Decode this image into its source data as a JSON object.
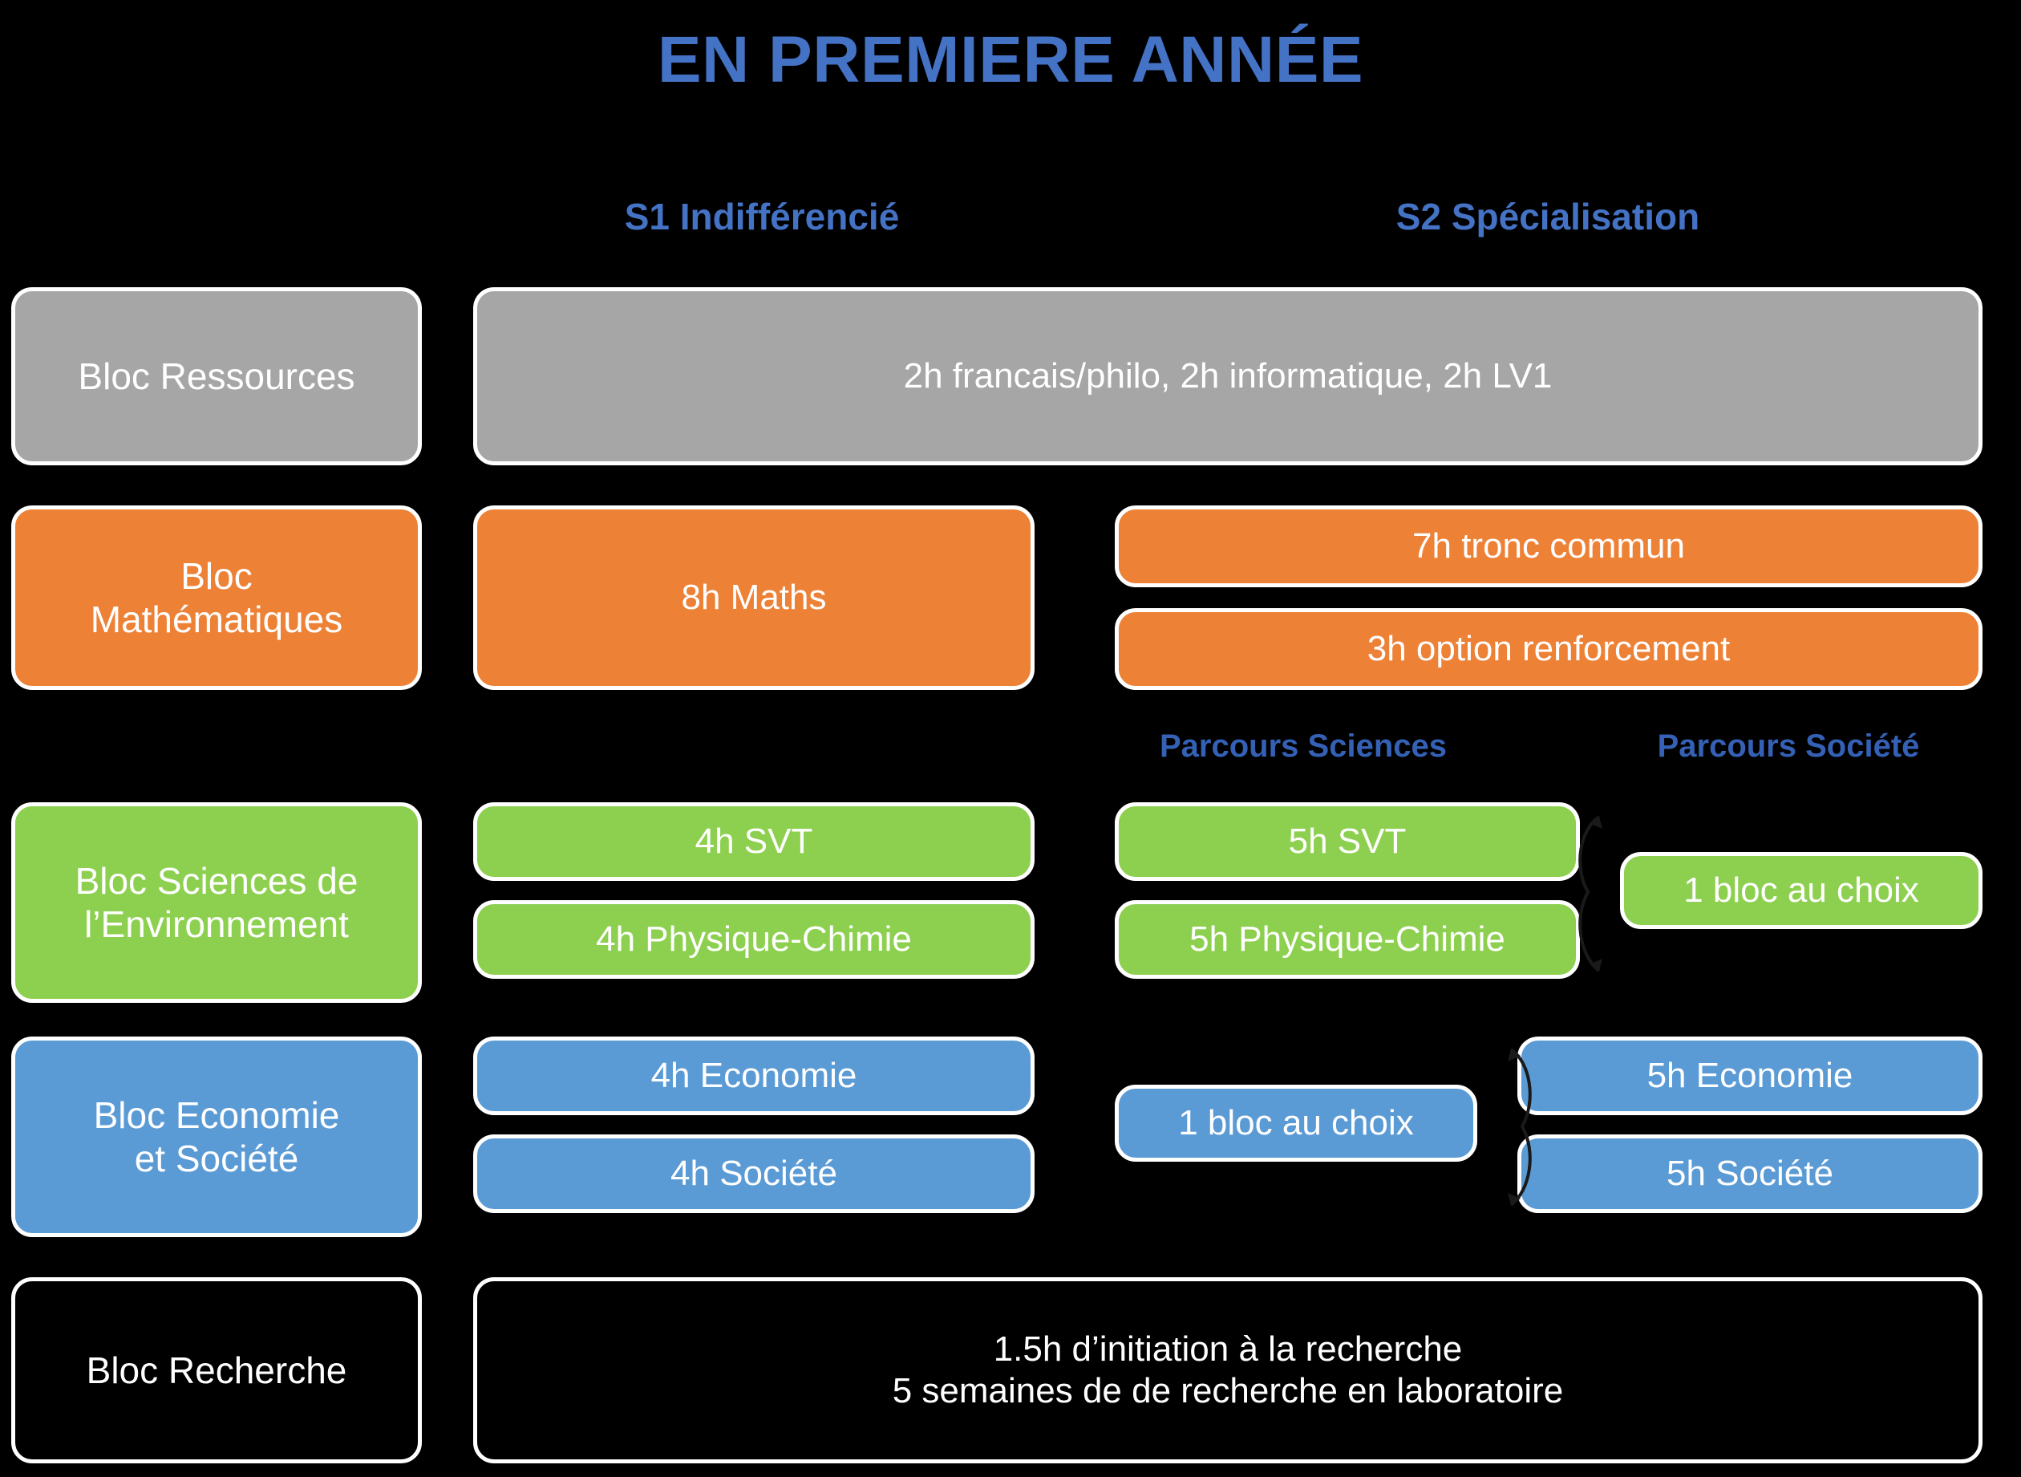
{
  "title": "EN PREMIERE ANNÉE",
  "columns": {
    "s1_label": "S1 Indifférencié",
    "s2_label": "S2 Spécialisation"
  },
  "parcours": {
    "sciences_label": "Parcours Sciences",
    "societe_label": "Parcours Société"
  },
  "colors": {
    "background": "#000000",
    "title_blue": "#4472C4",
    "parcours_blue": "#3461B5",
    "gray": "#A6A6A6",
    "orange": "#ED8136",
    "green": "#8DD04F",
    "blue": "#5B9BD5",
    "border_white": "#FFFFFF"
  },
  "rows": [
    {
      "id": "ressources",
      "label": "Bloc Ressources",
      "color": "gray",
      "spanning": "2h francais/philo, 2h informatique, 2h LV1"
    },
    {
      "id": "mathematiques",
      "label_line1": "Bloc",
      "label_line2": "Mathématiques",
      "color": "orange",
      "s1": [
        "8h Maths"
      ],
      "s2": [
        "7h tronc commun",
        "3h option renforcement"
      ]
    },
    {
      "id": "sciences-environnement",
      "label_line1": "Bloc Sciences de",
      "label_line2": "l’Environnement",
      "color": "green",
      "s1": [
        "4h SVT",
        "4h Physique-Chimie"
      ],
      "s2_parcours_sciences": [
        "5h SVT",
        "5h Physique-Chimie"
      ],
      "s2_choice": "1 bloc au choix"
    },
    {
      "id": "economie-societe",
      "label_line1": "Bloc Economie",
      "label_line2": "et Société",
      "color": "blue",
      "s1": [
        "4h Economie",
        "4h Société"
      ],
      "s2_choice": "1 bloc au choix",
      "s2_parcours_societe": [
        "5h Economie",
        "5h Société"
      ]
    },
    {
      "id": "recherche",
      "label": "Bloc Recherche",
      "color": "black",
      "spanning_line1": "1.5h d’initiation à la recherche",
      "spanning_line2": "5 semaines de de recherche en laboratoire"
    }
  ]
}
